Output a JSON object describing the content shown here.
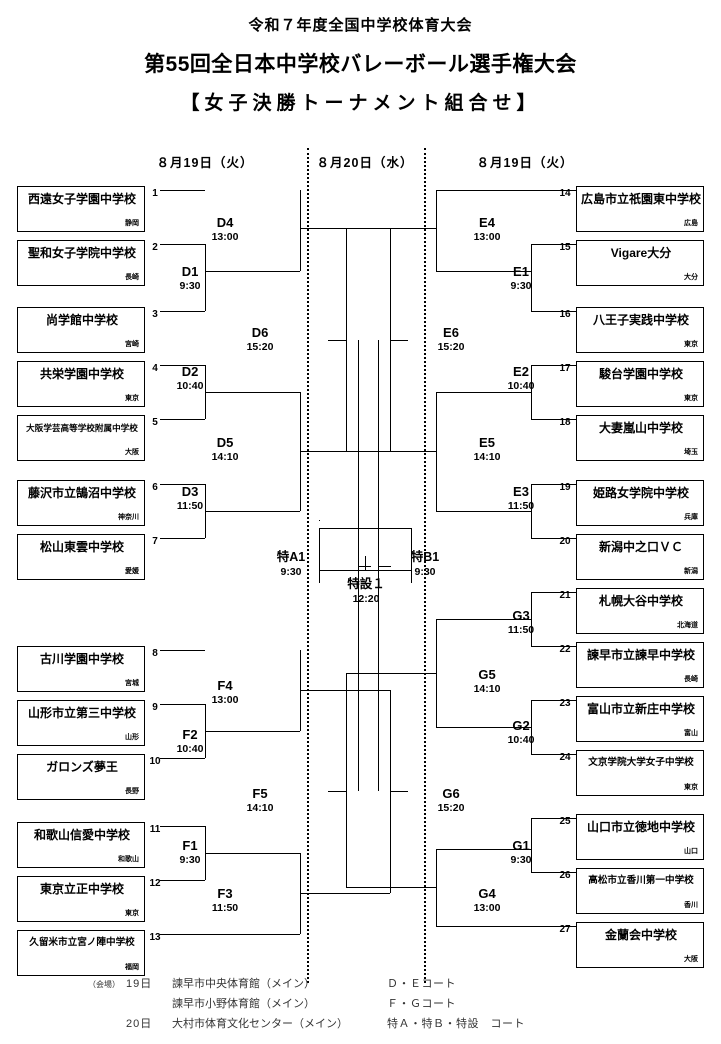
{
  "titles": {
    "line1": "令和７年度全国中学校体育大会",
    "line2": "第55回全日本中学校バレーボール選手権大会",
    "line3": "【女子決勝トーナメント組合せ】"
  },
  "date_headers": [
    {
      "label": "８月19日（火）"
    },
    {
      "label": "８月20日（水）"
    },
    {
      "label": "８月19日（火）"
    }
  ],
  "left_teams": [
    {
      "seed": "1",
      "name": "西遠女子学園中学校",
      "pref": "静岡",
      "size": "normal"
    },
    {
      "seed": "2",
      "name": "聖和女子学院中学校",
      "pref": "長崎",
      "size": "normal"
    },
    {
      "seed": "3",
      "name": "尚学館中学校",
      "pref": "宮崎",
      "size": "normal"
    },
    {
      "seed": "4",
      "name": "共栄学園中学校",
      "pref": "東京",
      "size": "normal"
    },
    {
      "seed": "5",
      "name": "大阪学芸高等学校附属中学校",
      "pref": "大阪",
      "size": "small"
    },
    {
      "seed": "6",
      "name": "藤沢市立鵠沼中学校",
      "pref": "神奈川",
      "size": "normal"
    },
    {
      "seed": "7",
      "name": "松山東雲中学校",
      "pref": "愛媛",
      "size": "normal"
    },
    {
      "seed": "8",
      "name": "古川学園中学校",
      "pref": "宮城",
      "size": "normal"
    },
    {
      "seed": "9",
      "name": "山形市立第三中学校",
      "pref": "山形",
      "size": "normal"
    },
    {
      "seed": "10",
      "name": "ガロンズ夢王",
      "pref": "長野",
      "size": "normal"
    },
    {
      "seed": "11",
      "name": "和歌山信愛中学校",
      "pref": "和歌山",
      "size": "normal"
    },
    {
      "seed": "12",
      "name": "東京立正中学校",
      "pref": "東京",
      "size": "normal"
    },
    {
      "seed": "13",
      "name": "久留米市立宮ノ陣中学校",
      "pref": "福岡",
      "size": "smaller"
    }
  ],
  "right_teams": [
    {
      "seed": "14",
      "name": "広島市立祇園東中学校",
      "pref": "広島",
      "size": "normal"
    },
    {
      "seed": "15",
      "name": "Vigare大分",
      "pref": "大分",
      "size": "normal"
    },
    {
      "seed": "16",
      "name": "八王子実践中学校",
      "pref": "東京",
      "size": "normal"
    },
    {
      "seed": "17",
      "name": "駿台学園中学校",
      "pref": "東京",
      "size": "normal"
    },
    {
      "seed": "18",
      "name": "大妻嵐山中学校",
      "pref": "埼玉",
      "size": "normal"
    },
    {
      "seed": "19",
      "name": "姫路女学院中学校",
      "pref": "兵庫",
      "size": "normal"
    },
    {
      "seed": "20",
      "name": "新潟中之口ＶＣ",
      "pref": "新潟",
      "size": "normal"
    },
    {
      "seed": "21",
      "name": "札幌大谷中学校",
      "pref": "北海道",
      "size": "normal"
    },
    {
      "seed": "22",
      "name": "諫早市立諫早中学校",
      "pref": "長崎",
      "size": "normal"
    },
    {
      "seed": "23",
      "name": "富山市立新庄中学校",
      "pref": "富山",
      "size": "normal"
    },
    {
      "seed": "24",
      "name": "文京学院大学女子中学校",
      "pref": "東京",
      "size": "smaller"
    },
    {
      "seed": "25",
      "name": "山口市立徳地中学校",
      "pref": "山口",
      "size": "normal"
    },
    {
      "seed": "26",
      "name": "高松市立香川第一中学校",
      "pref": "香川",
      "size": "smaller"
    },
    {
      "seed": "27",
      "name": "金蘭会中学校",
      "pref": "大阪",
      "size": "normal"
    }
  ],
  "matches": {
    "D1": {
      "code": "D1",
      "time": "9:30"
    },
    "D2": {
      "code": "D2",
      "time": "10:40"
    },
    "D3": {
      "code": "D3",
      "time": "11:50"
    },
    "D4": {
      "code": "D4",
      "time": "13:00"
    },
    "D5": {
      "code": "D5",
      "time": "14:10"
    },
    "D6": {
      "code": "D6",
      "time": "15:20"
    },
    "F1": {
      "code": "F1",
      "time": "9:30"
    },
    "F2": {
      "code": "F2",
      "time": "10:40"
    },
    "F3": {
      "code": "F3",
      "time": "11:50"
    },
    "F4": {
      "code": "F4",
      "time": "13:00"
    },
    "F5": {
      "code": "F5",
      "time": "14:10"
    },
    "E1": {
      "code": "E1",
      "time": "9:30"
    },
    "E2": {
      "code": "E2",
      "time": "10:40"
    },
    "E3": {
      "code": "E3",
      "time": "11:50"
    },
    "E4": {
      "code": "E4",
      "time": "13:00"
    },
    "E5": {
      "code": "E5",
      "time": "14:10"
    },
    "E6": {
      "code": "E6",
      "time": "15:20"
    },
    "G1": {
      "code": "G1",
      "time": "9:30"
    },
    "G2": {
      "code": "G2",
      "time": "10:40"
    },
    "G3": {
      "code": "G3",
      "time": "11:50"
    },
    "G4": {
      "code": "G4",
      "time": "13:00"
    },
    "G5": {
      "code": "G5",
      "time": "14:10"
    },
    "G6": {
      "code": "G6",
      "time": "15:20"
    },
    "TA1": {
      "code": "特A1",
      "time": "9:30"
    },
    "TB1": {
      "code": "特B1",
      "time": "9:30"
    },
    "FINAL": {
      "code": "特設１",
      "time": "12:20"
    }
  },
  "footer": {
    "rows": [
      {
        "c1": "（会場）",
        "c2": "19日",
        "c3": "諫早市中央体育館（メイン）",
        "c4": "Ｄ・Ｅコート"
      },
      {
        "c1": "",
        "c2": "",
        "c3": "諫早市小野体育館（メイン）",
        "c4": "Ｆ・Ｇコート"
      },
      {
        "c1": "",
        "c2": "20日",
        "c3": "大村市体育文化センター（メイン）",
        "c4": "特Ａ・特Ｂ・特設　コート"
      }
    ]
  }
}
